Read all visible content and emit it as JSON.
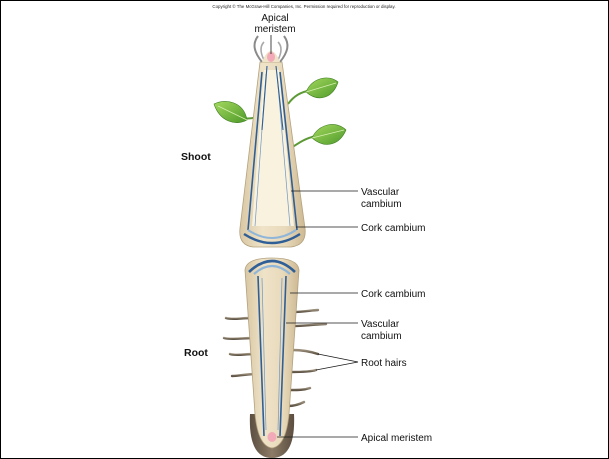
{
  "copyright": "Copyright © The McGraw-Hill Companies, Inc. Permission required for reproduction or display.",
  "shoot": {
    "section_label": "Shoot",
    "apical_meristem_line1": "Apical",
    "apical_meristem_line2": "meristem",
    "vascular_cambium_line1": "Vascular",
    "vascular_cambium_line2": "cambium",
    "cork_cambium": "Cork cambium"
  },
  "root": {
    "section_label": "Root",
    "cork_cambium": "Cork cambium",
    "vascular_cambium_line1": "Vascular",
    "vascular_cambium_line2": "cambium",
    "root_hairs": "Root hairs",
    "apical_meristem": "Apical meristem"
  },
  "colors": {
    "stem_tissue": "#e9dcc0",
    "pith": "#f8f2de",
    "vascular_blue": "#2f5f96",
    "light_blue": "#8fb6d8",
    "root_cap": "#7a6a58",
    "meristem_pink": "#f2aab8",
    "leaf_green": "#7cc243"
  }
}
